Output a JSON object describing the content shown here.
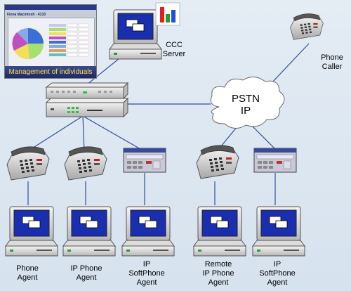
{
  "inset": {
    "window_title": "Fiona Macintosh - 4133",
    "caption": "Management of individuals"
  },
  "server": {
    "label": "CCC\nServer"
  },
  "cloud": {
    "line1": "PSTN",
    "line2": "IP"
  },
  "caller": {
    "label": "Phone\nCaller"
  },
  "agents": [
    {
      "label": "Phone\nAgent"
    },
    {
      "label": "IP Phone\nAgent"
    },
    {
      "label": "IP\nSoftPhone\nAgent"
    },
    {
      "label": "Remote\nIP Phone\nAgent"
    },
    {
      "label": "IP\nSoftPhone\nAgent"
    }
  ],
  "colors": {
    "screen": "#1a2fb0",
    "switch_led": "#29c23a",
    "pie": [
      "#3b6fd6",
      "#f2e05a",
      "#a8e070",
      "#c050c0",
      "#8aa8e8"
    ],
    "accent_bar": [
      "#e02020",
      "#2a9a2a",
      "#2050d0"
    ]
  }
}
